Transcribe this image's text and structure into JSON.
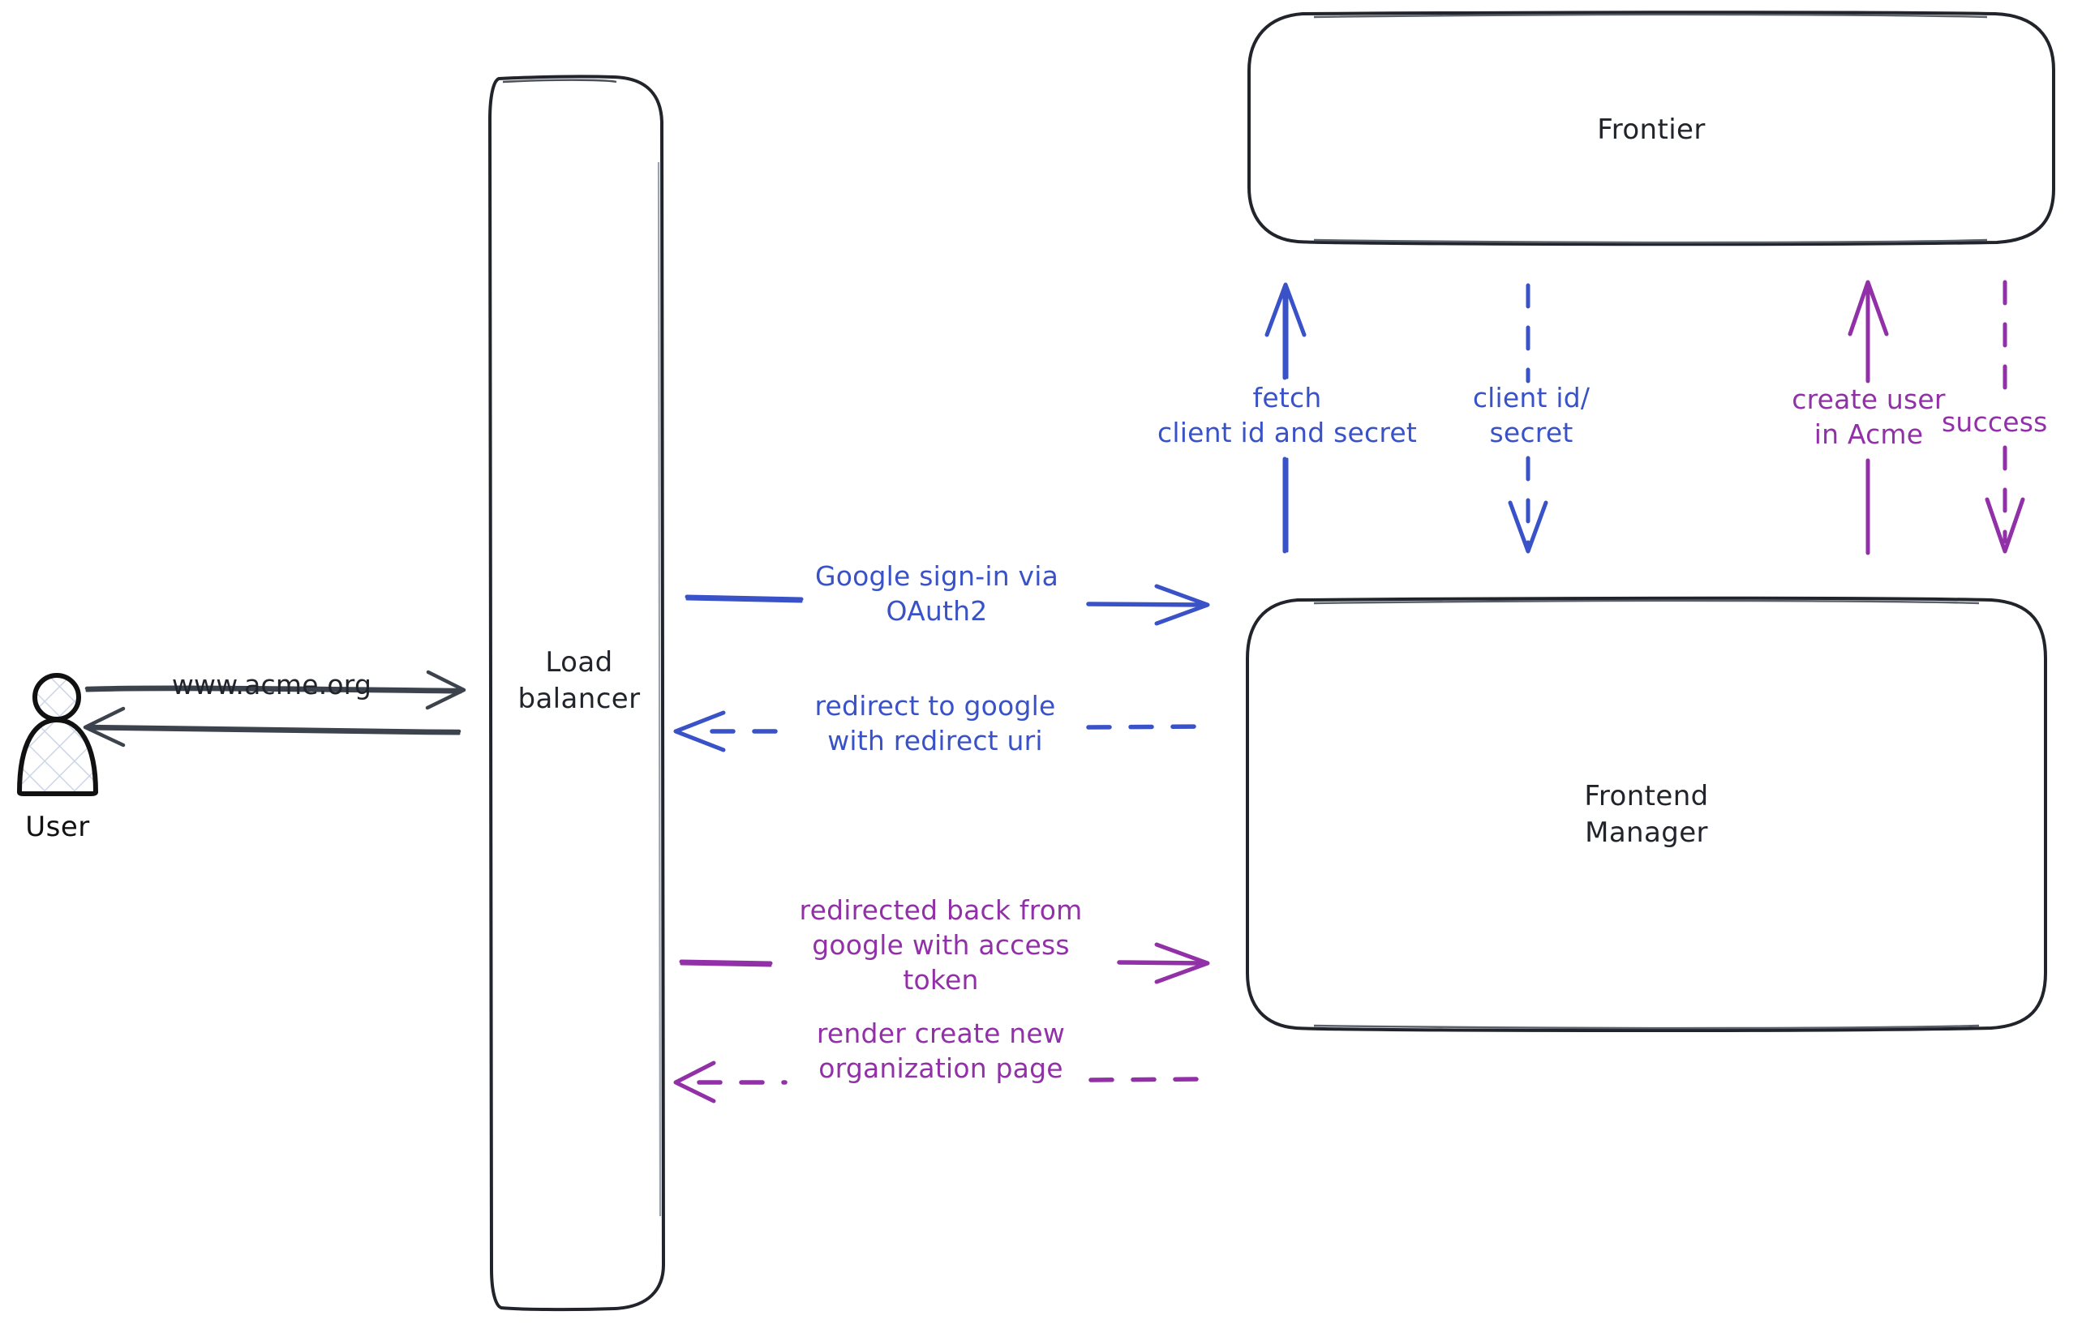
{
  "diagram": {
    "title": "OAuth2 Google sign-in sequence",
    "background": "#ffffff",
    "colors": {
      "stroke_dark": "#21252b",
      "blue": "#3a52c8",
      "purple": "#9230a8",
      "actor_fill": "#dde4ef"
    }
  },
  "actors": [
    {
      "id": "user",
      "label": "User",
      "icon": "person-icon"
    }
  ],
  "nodes": [
    {
      "id": "load-balancer",
      "label": "Load\nbalancer",
      "shape": "rounded-rectangle"
    },
    {
      "id": "frontier",
      "label": "Frontier",
      "shape": "rounded-rectangle"
    },
    {
      "id": "frontend-manager",
      "label": "Frontend\nManager",
      "shape": "rounded-rectangle"
    }
  ],
  "edges": [
    {
      "id": "user-to-lb",
      "label": "www.acme.org",
      "color": "#21252b",
      "style": "solid",
      "direction": "right",
      "from": "user",
      "to": "load-balancer"
    },
    {
      "id": "lb-to-user",
      "label": "",
      "color": "#21252b",
      "style": "solid",
      "direction": "left",
      "from": "load-balancer",
      "to": "user"
    },
    {
      "id": "lb-to-fm-signin",
      "label": "Google sign-in via\nOAuth2",
      "color": "#3a52c8",
      "style": "solid",
      "direction": "right",
      "from": "load-balancer",
      "to": "frontend-manager"
    },
    {
      "id": "fm-to-lb-redirect",
      "label": "redirect to google\nwith redirect uri",
      "color": "#3a52c8",
      "style": "dashed",
      "direction": "left",
      "from": "frontend-manager",
      "to": "load-balancer"
    },
    {
      "id": "lb-to-fm-token",
      "label": "redirected back from\ngoogle with access\ntoken",
      "color": "#9230a8",
      "style": "solid",
      "direction": "right",
      "from": "load-balancer",
      "to": "frontend-manager"
    },
    {
      "id": "fm-to-lb-render",
      "label": "render create new\norganization page",
      "color": "#9230a8",
      "style": "dashed",
      "direction": "left",
      "from": "frontend-manager",
      "to": "load-balancer"
    },
    {
      "id": "fm-to-frontier-fetch",
      "label": "fetch\nclient id and secret",
      "color": "#3a52c8",
      "style": "solid",
      "direction": "up",
      "from": "frontend-manager",
      "to": "frontier"
    },
    {
      "id": "frontier-to-fm-creds",
      "label": "client id/\nsecret",
      "color": "#3a52c8",
      "style": "dashed",
      "direction": "down",
      "from": "frontier",
      "to": "frontend-manager"
    },
    {
      "id": "fm-to-frontier-createuser",
      "label": "create user\nin Acme",
      "color": "#9230a8",
      "style": "solid",
      "direction": "up",
      "from": "frontend-manager",
      "to": "frontier"
    },
    {
      "id": "frontier-to-fm-success",
      "label": "success",
      "color": "#9230a8",
      "style": "dashed",
      "direction": "down",
      "from": "frontier",
      "to": "frontend-manager"
    }
  ]
}
